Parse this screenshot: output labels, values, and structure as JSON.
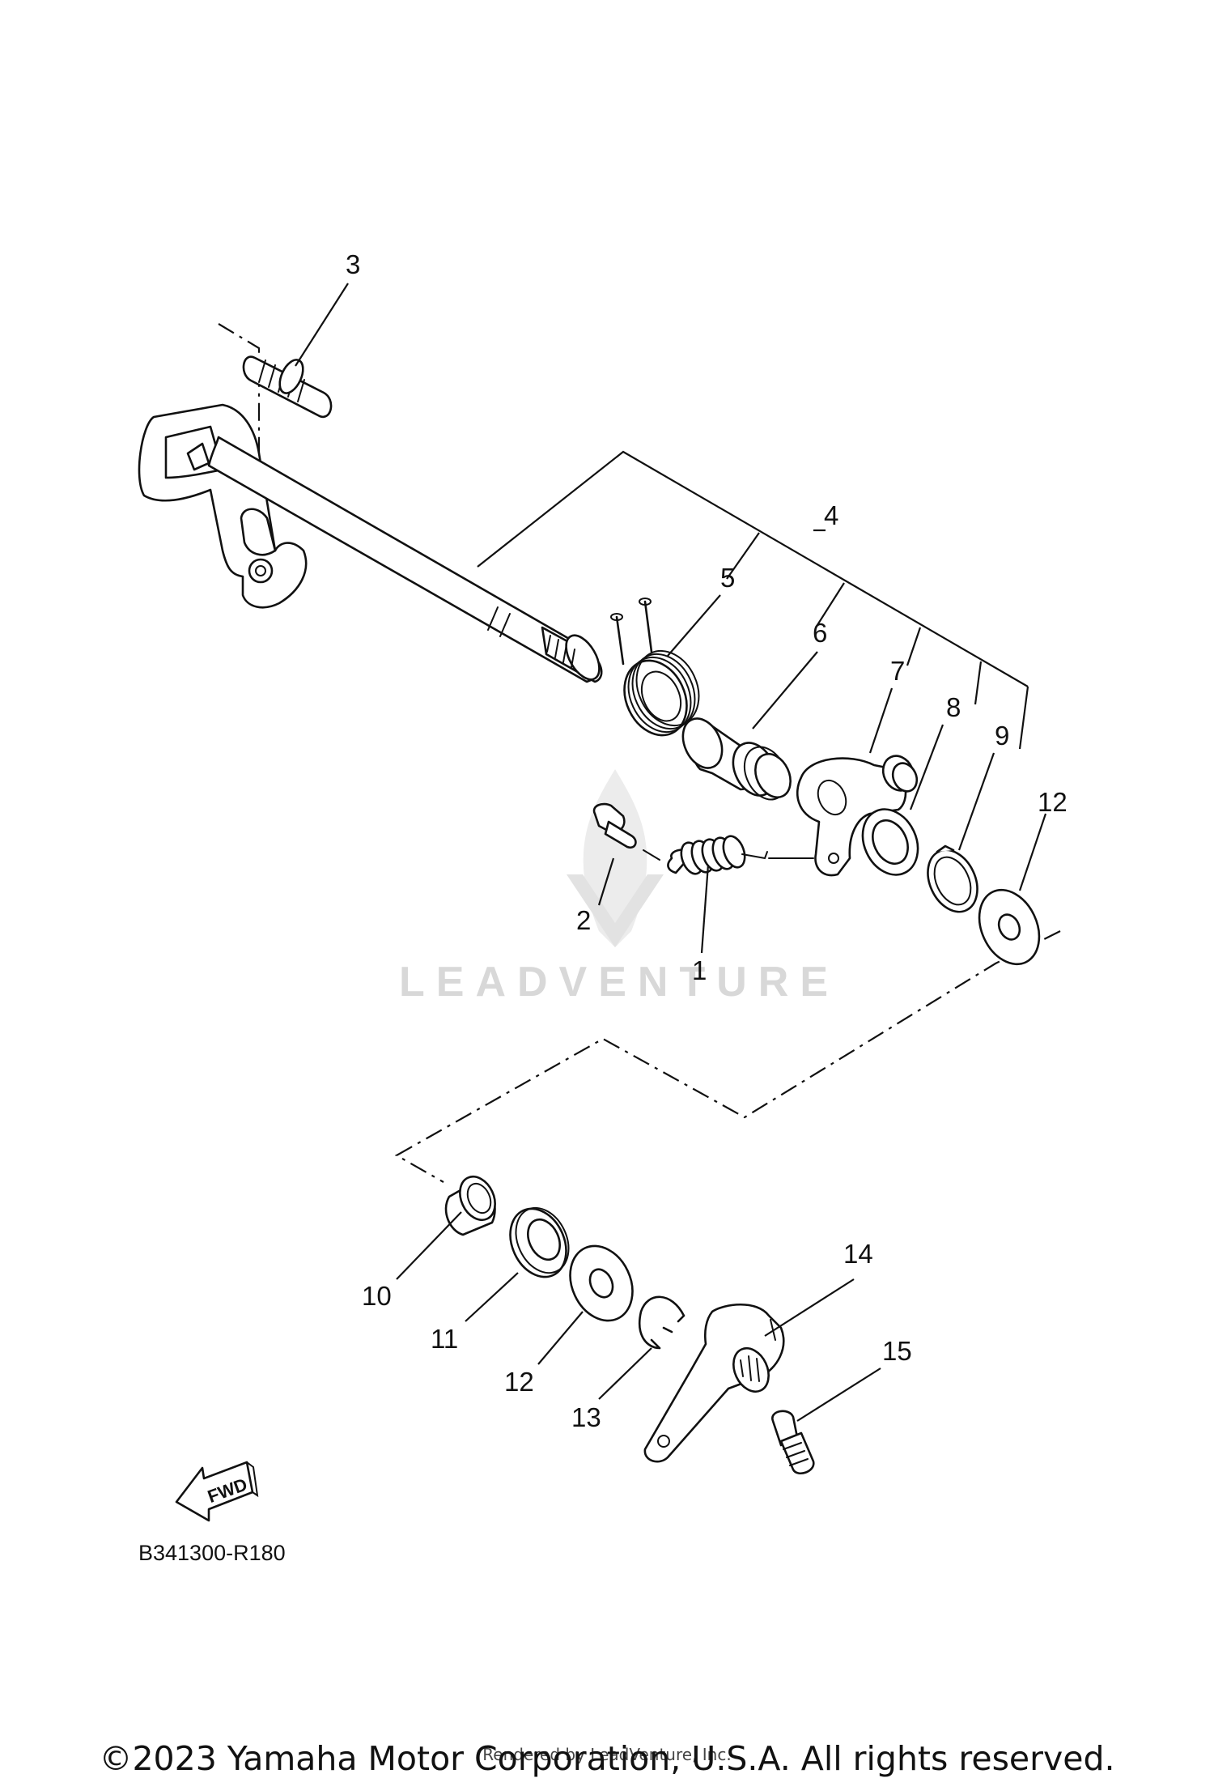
{
  "diagram": {
    "callouts": [
      "1",
      "2",
      "3",
      "4",
      "5",
      "6",
      "7",
      "8",
      "9",
      "10",
      "11",
      "12",
      "12",
      "13",
      "14",
      "15"
    ],
    "diagram_code": "B341300-R180",
    "fwd_label": "FWD",
    "watermark": "LEADVENTURE"
  },
  "footer": {
    "copyright": "©2023 Yamaha Motor Corporation, U.S.A. All rights reserved.",
    "rendered_by": "Rendered by LeadVenture, Inc."
  }
}
